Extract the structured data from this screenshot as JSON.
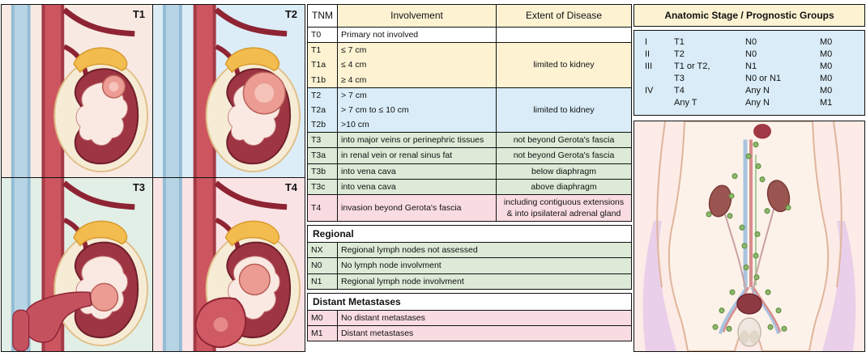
{
  "anatomy": {
    "labels": [
      "T1",
      "T2",
      "T3",
      "T4"
    ]
  },
  "tnm_table": {
    "headers": {
      "tnm": "TNM",
      "involvement": "Involvement",
      "extent": "Extent of Disease"
    },
    "t0": {
      "code": "T0",
      "involvement": "Primary not involved",
      "extent": ""
    },
    "t1": {
      "rows": [
        {
          "code": "T1",
          "involvement": "≤ 7 cm"
        },
        {
          "code": "T1a",
          "involvement": "≤ 4 cm"
        },
        {
          "code": "T1b",
          "involvement": "≥ 4 cm"
        }
      ],
      "extent": "limited to kidney"
    },
    "t2": {
      "rows": [
        {
          "code": "T2",
          "involvement": "> 7 cm"
        },
        {
          "code": "T2a",
          "involvement": "> 7 cm to ≤ 10 cm"
        },
        {
          "code": "T2b",
          "involvement": ">10 cm"
        }
      ],
      "extent": "limited to kidney"
    },
    "t3": {
      "rows": [
        {
          "code": "T3",
          "involvement": "into major veins or perinephric tissues",
          "extent": "not beyond Gerota's fascia"
        },
        {
          "code": "T3a",
          "involvement": "in renal vein or renal sinus fat",
          "extent": "not beyond Gerota's fascia"
        },
        {
          "code": "T3b",
          "involvement": "into vena cava",
          "extent": "below diaphragm"
        },
        {
          "code": "T3c",
          "involvement": "into vena cava",
          "extent": "above diaphragm"
        }
      ]
    },
    "t4": {
      "code": "T4",
      "involvement": "invasion beyond Gerota's fascia",
      "extent": "including contiguous extensions & into ipsilateral adrenal gland"
    }
  },
  "regional": {
    "title": "Regional",
    "rows": [
      {
        "code": "NX",
        "text": "Regional lymph nodes not assessed"
      },
      {
        "code": "N0",
        "text": "No lymph node involvment"
      },
      {
        "code": "N1",
        "text": "Regional lymph node involvment"
      }
    ]
  },
  "distant": {
    "title": "Distant Metastases",
    "rows": [
      {
        "code": "M0",
        "text": "No distant metastases"
      },
      {
        "code": "M1",
        "text": "Distant metastases"
      }
    ]
  },
  "stage_table": {
    "title": "Anatomic Stage / Prognostic Groups",
    "rows": [
      {
        "stage": "I",
        "t": "T1",
        "n": "N0",
        "m": "M0"
      },
      {
        "stage": "II",
        "t": "T2",
        "n": "N0",
        "m": "M0"
      },
      {
        "stage": "III",
        "t": "T1 or T2,",
        "n": "N1",
        "m": "M0"
      },
      {
        "stage": "",
        "t": "T3",
        "n": "N0 or N1",
        "m": "M0"
      },
      {
        "stage": "IV",
        "t": "T4",
        "n": "Any N",
        "m": "M0"
      },
      {
        "stage": "",
        "t": "Any T",
        "n": "Any N",
        "m": "M1"
      }
    ]
  },
  "colors": {
    "cream": "#fdf3d3",
    "light_blue": "#d9ecf7",
    "light_green": "#dcead7",
    "light_pink": "#f9dce2",
    "kidney_dark": "#9e3543",
    "tumor": "#ec9c92",
    "lymph_node_green": "#8cb86a"
  }
}
